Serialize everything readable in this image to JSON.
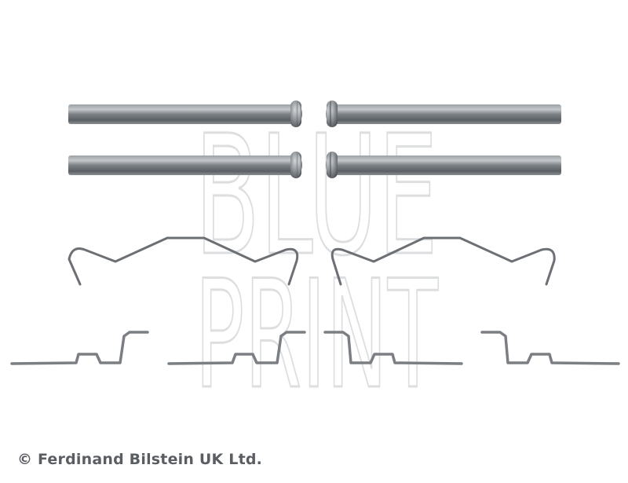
{
  "image": {
    "subject": "Brake pad accessory fitting kit",
    "background_color": "#ffffff",
    "watermark": {
      "lines": [
        "BLUE",
        "PRINT"
      ],
      "color": "#d8dadc"
    },
    "parts": {
      "pins": 4,
      "anti_rattle_springs": 2,
      "retaining_clips": 4
    },
    "metal_color": "#6f7377",
    "copyright": "© Ferdinand Bilstein UK Ltd."
  }
}
